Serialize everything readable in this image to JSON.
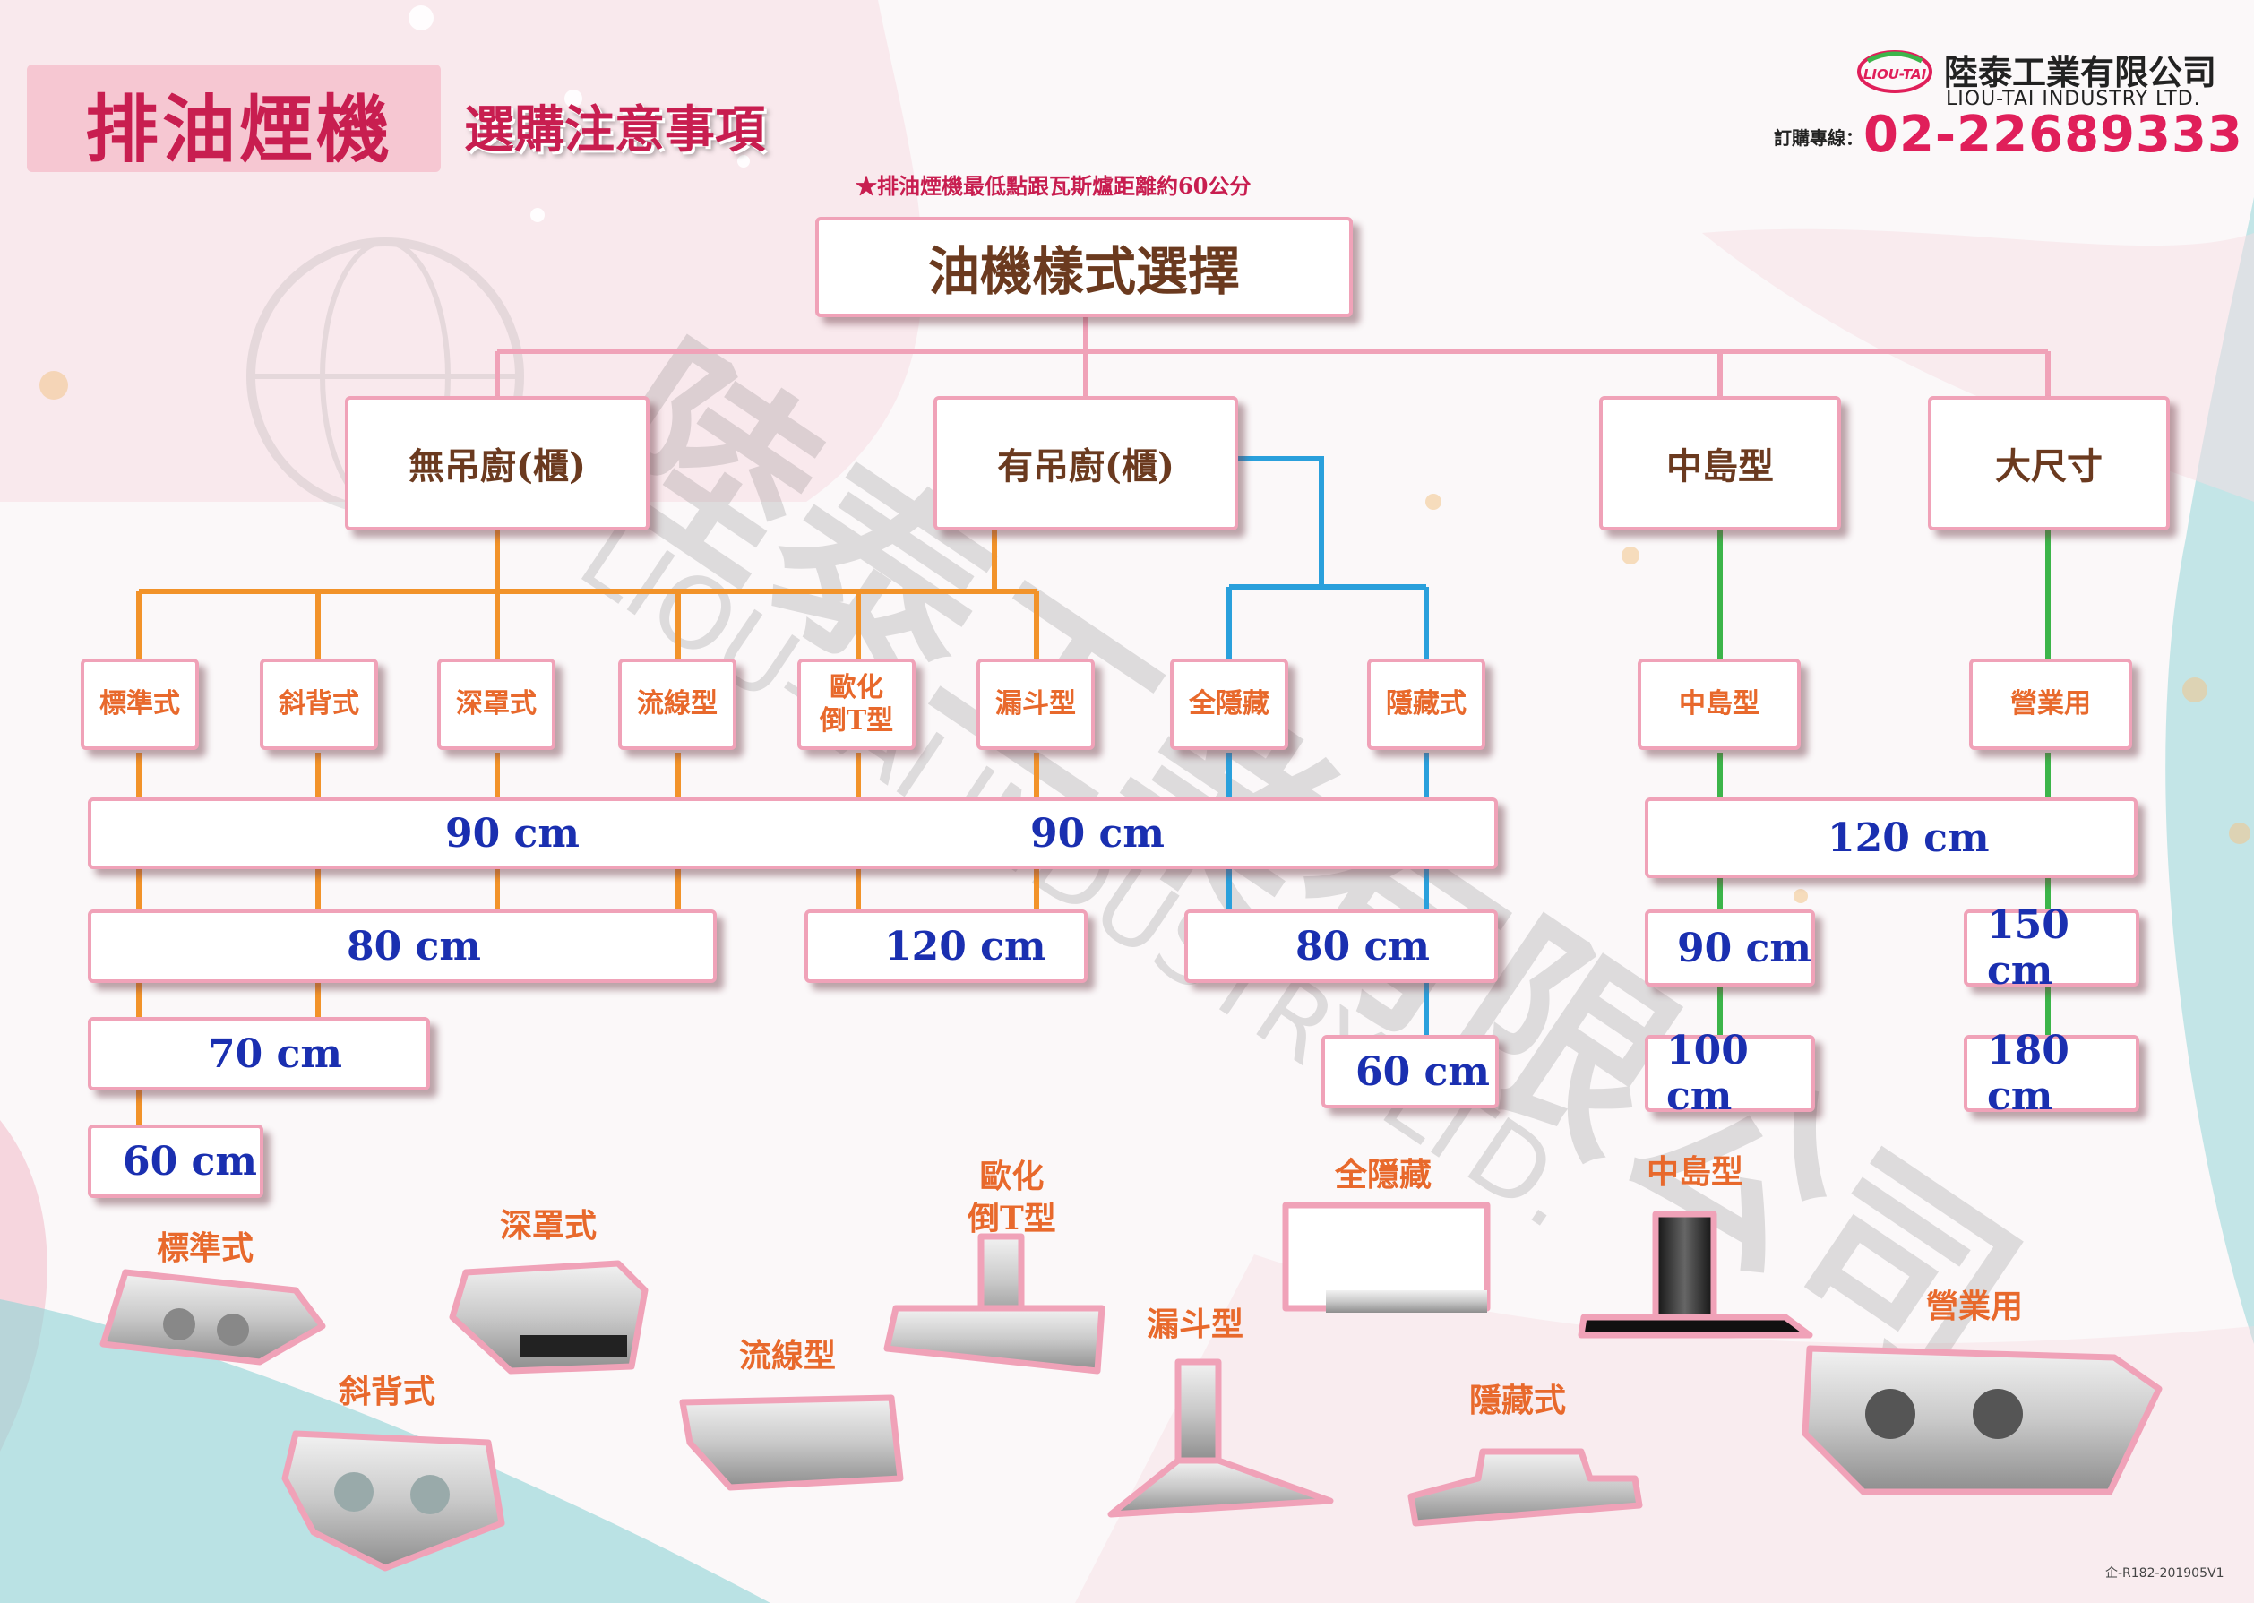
{
  "header": {
    "title": "排油煙機",
    "subtitle": "選購注意事項",
    "note": "★排油煙機最低點跟瓦斯爐距離約60公分"
  },
  "company": {
    "logo_text": "LIOU-TAI",
    "name_zh": "陸泰工業有限公司",
    "name_en": "LIOU-TAI INDUSTRY LTD.",
    "hotline_label": "訂購專線：",
    "hotline": "02-22689333"
  },
  "watermark": {
    "zh": "陸泰工業有限公司",
    "en": "LIOU-TAI INDUSTRY LTD."
  },
  "tree": {
    "root": "油機樣式選擇",
    "categories": [
      "無吊廚(櫃)",
      "有吊廚(櫃)",
      "中島型",
      "大尺寸"
    ],
    "types": [
      "標準式",
      "斜背式",
      "深罩式",
      "流線型",
      "歐化\n倒T型",
      "漏斗型",
      "全隱藏",
      "隱藏式",
      "中島型",
      "營業用"
    ]
  },
  "sizes": {
    "s90a": "90 cm",
    "s90b": "90 cm",
    "s120a": "120 cm",
    "s80a": "80 cm",
    "s120b": "120 cm",
    "s80b": "80 cm",
    "s90c": "90 cm",
    "s150": "150 cm",
    "s70": "70 cm",
    "s60b": "60 cm",
    "s100": "100 cm",
    "s180": "180 cm",
    "s60a": "60 cm"
  },
  "products": [
    "標準式",
    "深罩式",
    "斜背式",
    "流線型",
    "歐化\n倒T型",
    "漏斗型",
    "全隱藏",
    "中島型",
    "隱藏式",
    "營業用"
  ],
  "footer": {
    "code": "企-R182-201905V1"
  },
  "colors": {
    "pink": "#f0a2b8",
    "orange": "#f2932a",
    "blue": "#2aa0dc",
    "green": "#3cb54a",
    "red": "#e01f5a",
    "brown": "#6b3a1f",
    "navy": "#1a2fb0"
  }
}
